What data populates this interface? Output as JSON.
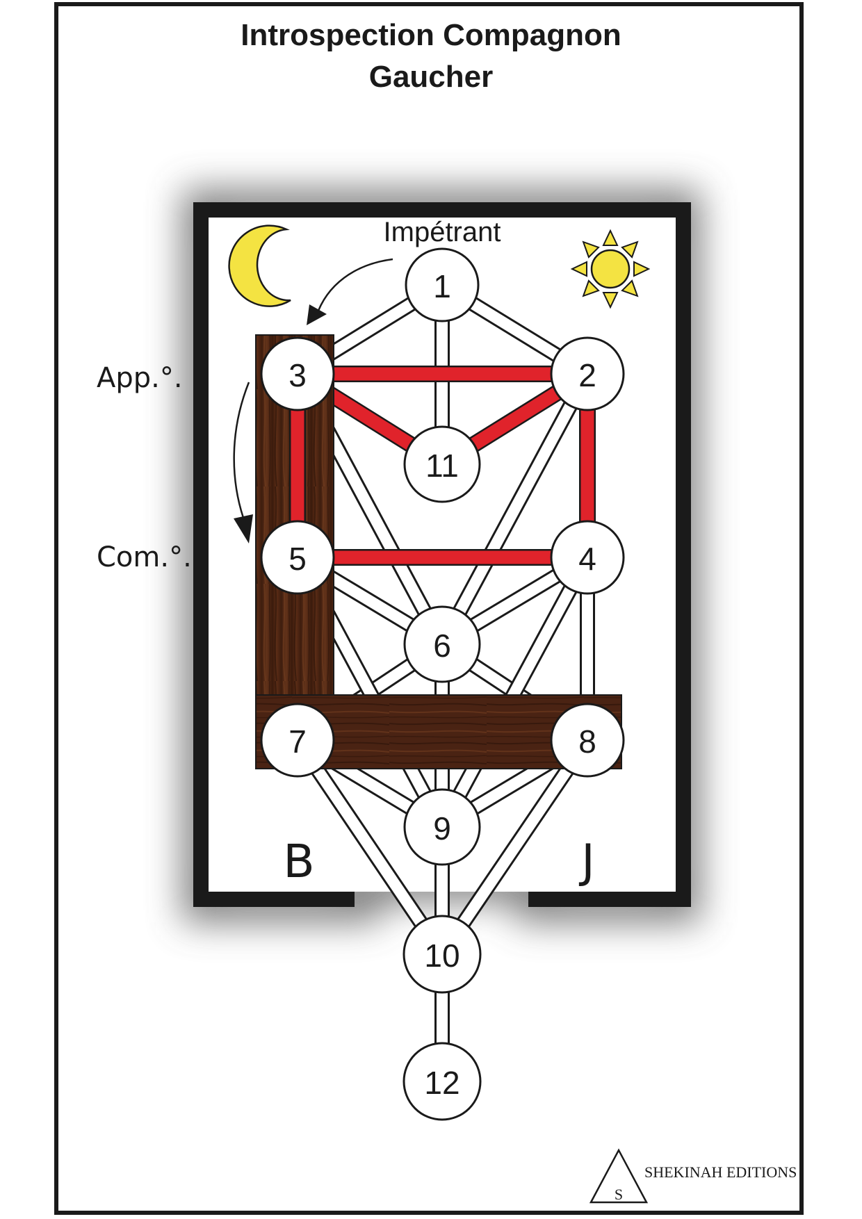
{
  "title": {
    "line1": "Introspection Compagnon",
    "line2": "Gaucher"
  },
  "diagram": {
    "entry_label": "Impétrant",
    "app_label": "App.°.",
    "com_label": "Com.°.",
    "pillar_left": "B",
    "pillar_right": "J",
    "nodes": {
      "n1": "1",
      "n2": "2",
      "n3": "3",
      "n4": "4",
      "n5": "5",
      "n6": "6",
      "n7": "7",
      "n8": "8",
      "n9": "9",
      "n10": "10",
      "n11": "11",
      "n12": "12"
    },
    "icons": [
      "moon-icon",
      "sun-icon"
    ],
    "colors": {
      "highlight_path": "#e0232b",
      "wood": "#4a2313",
      "moon": "#f4e342",
      "sun": "#f4e342"
    }
  },
  "publisher": {
    "logo_letter": "S",
    "name": "SHEKINAH EDITIONS"
  }
}
